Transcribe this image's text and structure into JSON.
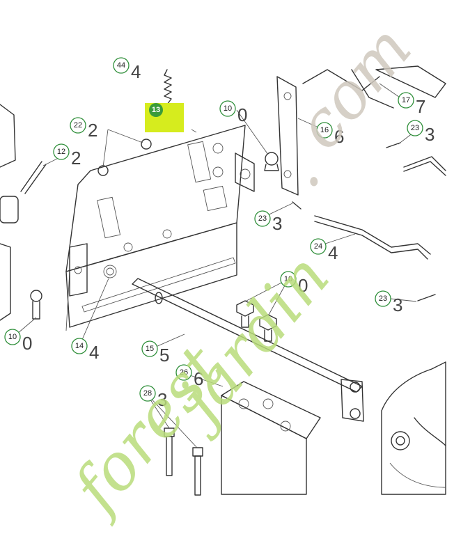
{
  "watermark": {
    "forest": "forest",
    "jardin": "jardin",
    "dot": ".",
    "com": "com",
    "green": "#b9dc7a",
    "grey": "#cfc8bd"
  },
  "highlight": {
    "label": "13",
    "color": "#d6ec1e",
    "badge_color": "#3a9b3a"
  },
  "callouts": [
    {
      "label": "22",
      "text": "2"
    },
    {
      "label": "12",
      "text": "2"
    },
    {
      "label": "10",
      "text": "0"
    },
    {
      "label": "16",
      "text": "6"
    },
    {
      "label": "17",
      "text": "7"
    },
    {
      "label": "23",
      "text": "3"
    },
    {
      "label": "23",
      "text": "3"
    },
    {
      "label": "24",
      "text": "4"
    },
    {
      "label": "10",
      "text": "0"
    },
    {
      "label": "23",
      "text": "3"
    },
    {
      "label": "10",
      "text": "0"
    },
    {
      "label": "14",
      "text": "4"
    },
    {
      "label": "15",
      "text": "5"
    },
    {
      "label": "26",
      "text": "6"
    },
    {
      "label": "28",
      "text": "3"
    },
    {
      "label": "44",
      "text": "4"
    }
  ]
}
